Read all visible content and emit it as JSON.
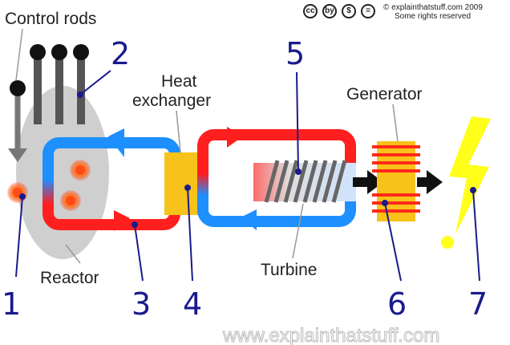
{
  "labels": {
    "control_rods": "Control rods",
    "heat_exchanger_line1": "Heat",
    "heat_exchanger_line2": "exchanger",
    "generator": "Generator",
    "reactor": "Reactor",
    "turbine": "Turbine"
  },
  "numbers": [
    "1",
    "2",
    "3",
    "4",
    "5",
    "6",
    "7"
  ],
  "license": {
    "icons": [
      "cc",
      "by",
      "$",
      "="
    ],
    "line1": "© explainthatstuff.com 2009",
    "line2": "Some rights reserved"
  },
  "watermark": "www.explainthatstuff.com",
  "colors": {
    "hot": "#ff1f1f",
    "cold": "#1e8fff",
    "exchanger": "#f7c21a",
    "reactor": "#cfcfcf",
    "generator_coil": "#ff2a1a",
    "electricity": "#ffff1a",
    "callout": "#1a1a8c"
  }
}
